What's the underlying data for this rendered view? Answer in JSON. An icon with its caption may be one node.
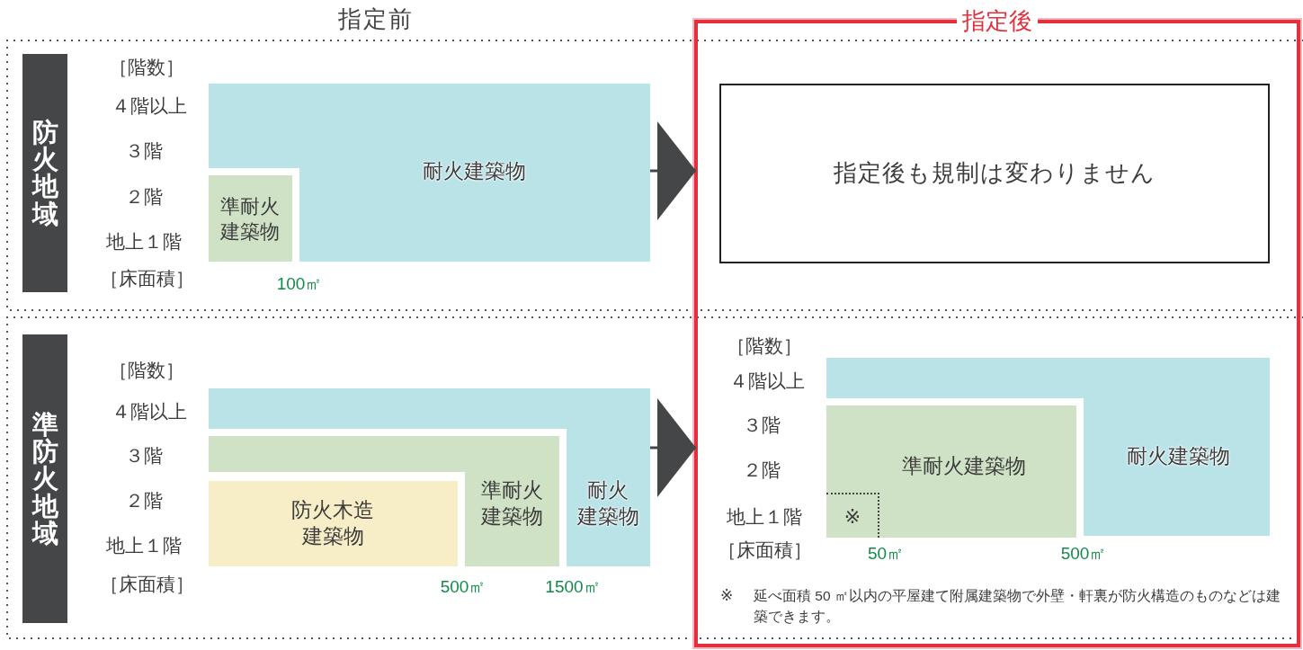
{
  "diagram": {
    "nodes": [
      {
        "text": [
          "防火地域"
        ]
      },
      {
        "text": [
          "耐火建築物"
        ]
      },
      {
        "text": [
          "準耐火建築物"
        ]
      },
      {
        "text": [
          "準防火地域"
        ]
      },
      {
        "text": [
          "防火木造建築物"
        ]
      },
      {
        "text": [
          "準耐火建築物"
        ]
      },
      {
        "text": [
          "耐火建築物"
        ]
      },
      {
        "text": [
          "指定後"
        ]
      },
      {
        "text": [
          "指定後も規制は変わりません"
        ],
        "in": 7
      },
      {
        "text": [
          "準耐火建築物"
        ],
        "in": 7
      },
      {
        "text": [
          "耐火建築物"
        ],
        "in": 7
      },
      {
        "text": [
          "※"
        ],
        "in": 9
      }
    ],
    "edges": [
      {
        "from": 1,
        "to": 7,
        "arrow": "to"
      },
      {
        "from": 6,
        "to": 7,
        "arrow": "to"
      }
    ],
    "labels": [
      "指定前",
      "［階数］",
      "４階以上",
      "３階",
      "２階",
      "地上１階",
      "［床面積］",
      "100㎡",
      "［階数］",
      "４階以上",
      "３階",
      "２階",
      "地上１階",
      "［床面積］",
      "500㎡",
      "1500㎡",
      "［階数］",
      "４階以上",
      "３階",
      "２階",
      "地上１階",
      "［床面積］",
      "50㎡",
      "500㎡",
      "※",
      "延べ面積 50 ㎡以内の平屋建て附属建築物で外壁・軒裏が防火構造のものなどは建築できます。"
    ]
  }
}
